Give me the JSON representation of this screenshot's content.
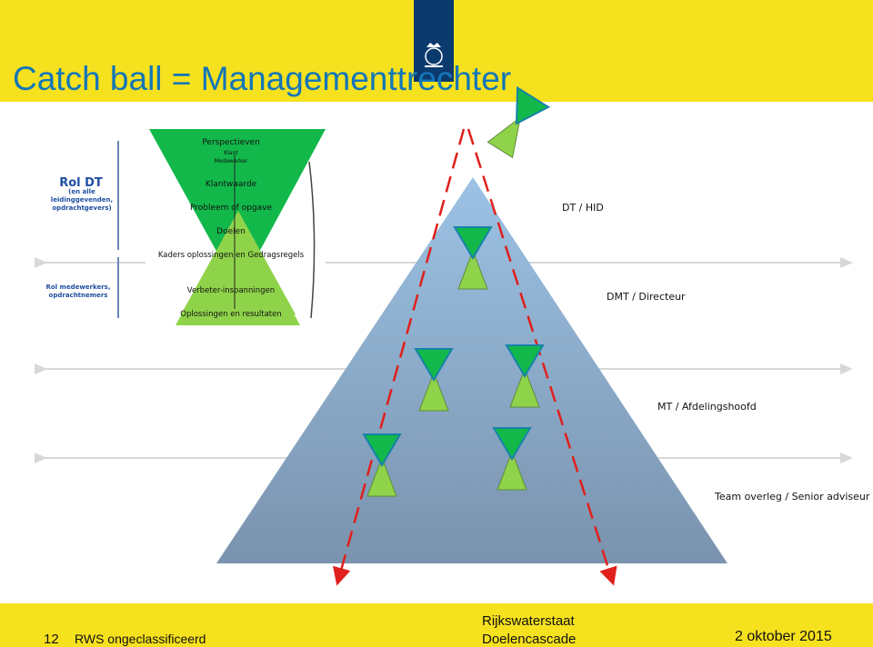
{
  "title": "Catch ball = Managementtrechter",
  "levels": [
    "DT / HID",
    "DMT / Directeur",
    "MT / Afdelingshoofd",
    "Team overleg / Senior adviseur"
  ],
  "funnel": {
    "items": [
      "Perspectieven",
      "Klant",
      "Medewerker",
      "Klantwaarde",
      "Probleem of opgave",
      "Doelen",
      "Kaders oplossingen en Gedragsregels",
      "Verbeter-inspanningen",
      "Oplossingen en resultaten"
    ],
    "role_dt": "Rol DT",
    "role_dt_sub": "(en alle leidinggevenden, opdrachtgevers)",
    "role_staff": "Rol medewerkers, opdrachtnemers"
  },
  "footer": {
    "page": "12",
    "classification": "RWS ongeclassificeerd",
    "org": "Rijkswaterstaat",
    "subject": "Doelencascade",
    "date": "2 oktober 2015"
  },
  "colors": {
    "band": "#f6e11e",
    "title": "#1276b8",
    "logo": "#0b3a6e",
    "dark_green": "#12b84a",
    "light_green": "#8fd34a",
    "arrow": "#e0201c"
  }
}
